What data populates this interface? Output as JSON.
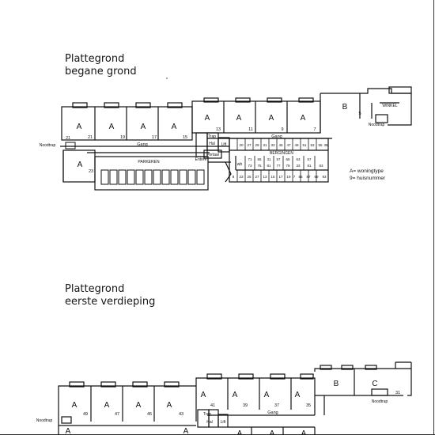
{
  "headings": {
    "plan1_line1": "Plattegrond",
    "plan1_line2": "begane grond",
    "plan2_line1": "Plattegrond",
    "plan2_line2": "eerste verdieping"
  },
  "legend": {
    "line1": "A= woningtype",
    "line2": "9= huisnummer"
  },
  "ground": {
    "type_labels": [
      "A",
      "A",
      "A",
      "A",
      "A",
      "A",
      "A",
      "A",
      "A",
      "B"
    ],
    "numbers_left": [
      "21",
      "19",
      "17",
      "15"
    ],
    "numbers_right": [
      "13",
      "11",
      "9",
      "7"
    ],
    "number_23": "23",
    "number_5": "5",
    "wall_21": "21",
    "winkel": "WINKEL",
    "noodtrap_left": "Noodtrap",
    "noodtrap_right": "Noodtrap",
    "gang_left": "Gang",
    "gang_right": "Gang",
    "parkeren": "PARKEREN",
    "entree": "Entree",
    "trap": "Trap",
    "hal": "Hal",
    "lift": "Lift",
    "portaal": "Portaal",
    "bergingen": "BERGINGEN",
    "storage_top": [
      "20",
      "27",
      "29",
      "31",
      "33",
      "45",
      "47",
      "49",
      "51",
      "53",
      "55",
      "35"
    ],
    "storage_mid1": [
      "71",
      "65",
      "31",
      "57",
      "65",
      "63",
      "57"
    ],
    "storage_mid2": [
      "73",
      "75",
      "81",
      "77",
      "79",
      "33",
      "81",
      "83"
    ],
    "storage_bottom": [
      "8",
      "23",
      "25",
      "27",
      "13",
      "15",
      "17",
      "19",
      "7",
      "65",
      "87",
      "69",
      "93"
    ],
    "wb": "wb"
  },
  "first": {
    "type_labels": [
      "A",
      "A",
      "A",
      "A",
      "A",
      "A",
      "A",
      "A",
      "A",
      "A",
      "B",
      "C",
      "A",
      "A",
      "A"
    ],
    "numbers_left": [
      "49",
      "47",
      "45",
      "43"
    ],
    "numbers_right": [
      "41",
      "39",
      "37",
      "35"
    ],
    "number_31": "31",
    "noodtrap_left": "Noodtrap",
    "noodtrap_right": "Noodtrap",
    "gang": "Gang",
    "trap": "Trap",
    "hal": "Hal",
    "lift": "Lift"
  },
  "colors": {
    "line": "#111111",
    "background": "#ffffff"
  }
}
